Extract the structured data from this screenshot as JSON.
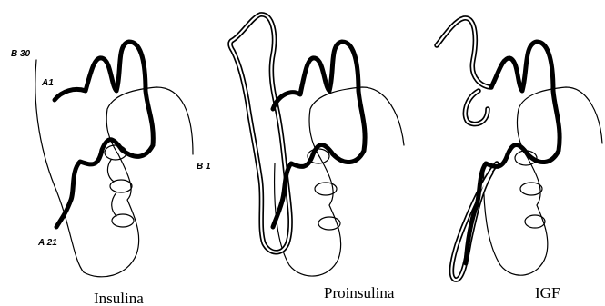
{
  "insulin": {
    "caption": "Insulina",
    "labels": {
      "b30": "B 30",
      "a1": "A1",
      "b1": "B 1",
      "a21": "A 21"
    }
  },
  "proinsulin": {
    "caption": "Proinsulina"
  },
  "igf": {
    "caption": "IGF"
  }
}
